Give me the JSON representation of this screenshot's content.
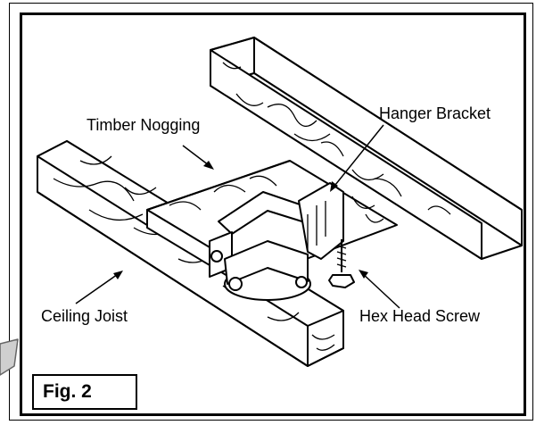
{
  "labels": {
    "timber_nogging": "Timber Nogging",
    "hanger_bracket": "Hanger Bracket",
    "ceiling_joist": "Ceiling Joist",
    "hex_head_screw": "Hex Head Screw"
  },
  "figure": {
    "label": "Fig. 2"
  }
}
